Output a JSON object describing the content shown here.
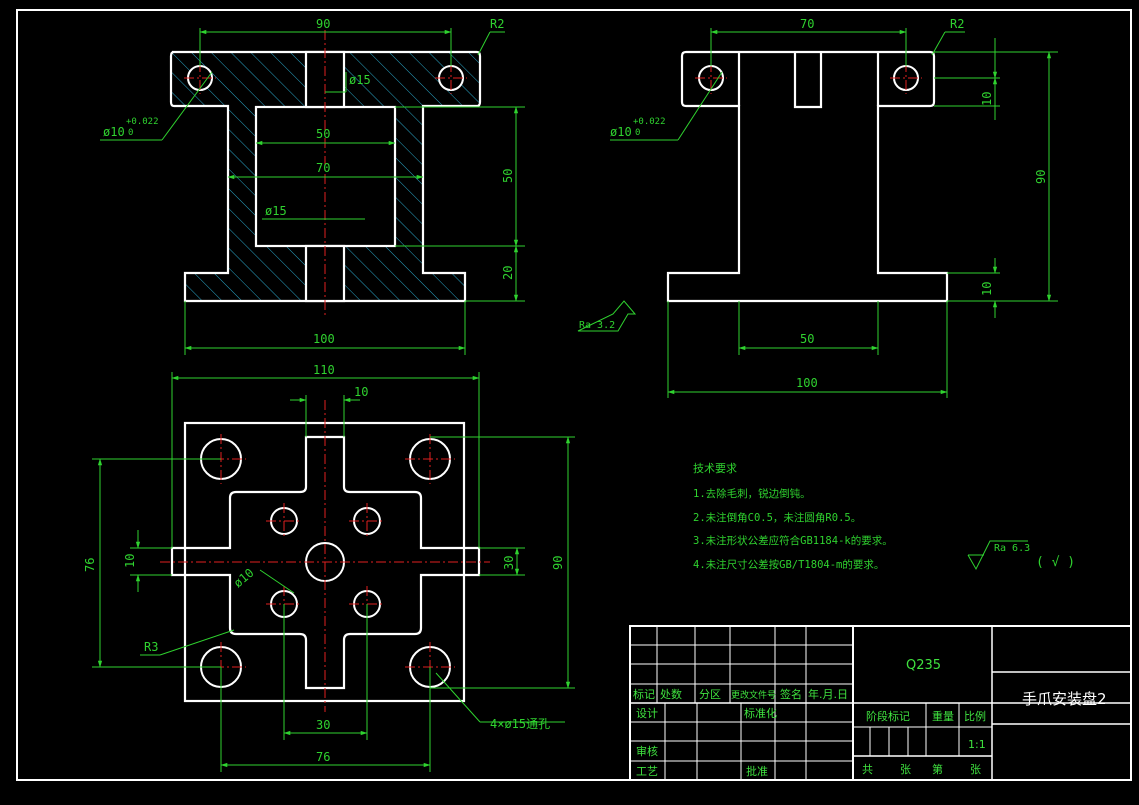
{
  "front_view": {
    "dim_width_top": "90",
    "dim_radius": "R2",
    "dim_hole_dia": "ø10",
    "dim_tol_upper": "+0.022",
    "dim_tol_lower": "0",
    "dim_bore_top": "ø15",
    "dim_inner_width": "50",
    "dim_inner_span": "70",
    "dim_bore_bottom": "ø15",
    "dim_height_inner": "50",
    "dim_height_base": "20",
    "dim_width_base": "100"
  },
  "side_view": {
    "dim_width_top": "70",
    "dim_radius": "R2",
    "dim_hole_dia": "ø10",
    "dim_tol_upper": "+0.022",
    "dim_tol_lower": "0",
    "dim_top_thick": "10",
    "dim_height": "90",
    "dim_base_thick": "10",
    "dim_web_width": "50",
    "dim_base_width": "100",
    "roughness": "Ra 3.2"
  },
  "top_view": {
    "dim_total": "110",
    "dim_slot": "10",
    "dim_left_76": "76",
    "dim_left_10": "10",
    "dim_right_30": "30",
    "dim_right_90": "90",
    "dim_center_hole": "ø10",
    "dim_corner_radius": "R3",
    "dim_bottom_30": "30",
    "dim_bottom_76": "76",
    "holes_note": "4×ø15通孔"
  },
  "tech_requirements": {
    "title": "技术要求",
    "items": [
      "1.去除毛刺，锐边倒钝。",
      "2.未注倒角C0.5，未注圆角R0.5。",
      "3.未注形状公差应符合GB1184-k的要求。",
      "4.未注尺寸公差按GB/T1804-m的要求。"
    ],
    "roughness_general": "Ra 6.3",
    "roughness_paren": "(  √ )"
  },
  "title_block": {
    "material": "Q235",
    "part_name": "手爪安装盘2",
    "row_labels": [
      "标记",
      "处数",
      "分区",
      "更改文件号",
      "签名",
      "年.月.日"
    ],
    "design": "设计",
    "standardize": "标准化",
    "stage_mark": "阶段标记",
    "weight": "重量",
    "scale": "比例",
    "scale_value": "1:1",
    "review": "审核",
    "process": "工艺",
    "approve": "批准",
    "total": "共",
    "sheet_unit": "张",
    "page": "第",
    "sheet_unit2": "张"
  }
}
